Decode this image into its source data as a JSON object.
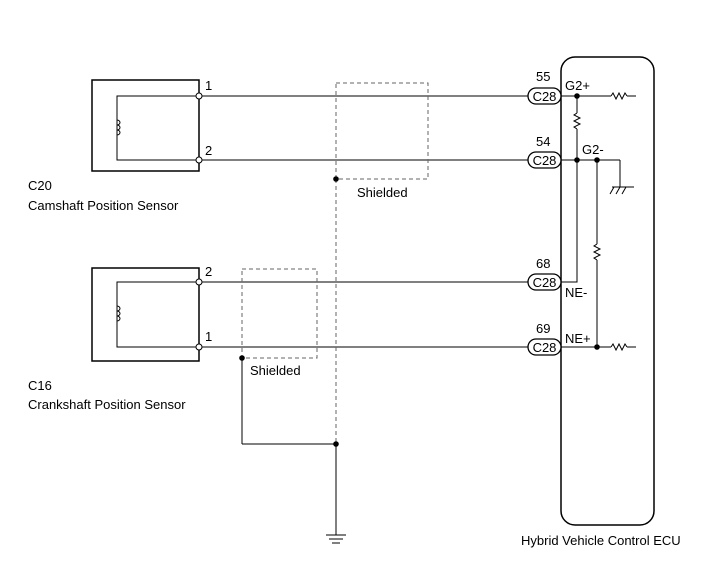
{
  "sensors": {
    "camshaft": {
      "code": "C20",
      "name": "Camshaft Position Sensor",
      "pin_top": "1",
      "pin_bottom": "2"
    },
    "crankshaft": {
      "code": "C16",
      "name": "Crankshaft Position Sensor",
      "pin_top": "2",
      "pin_bottom": "1"
    }
  },
  "shield_label": "Shielded",
  "ecu": {
    "name": "Hybrid Vehicle Control ECU",
    "connector": "C28",
    "pins": [
      {
        "number": "55",
        "signal": "G2+"
      },
      {
        "number": "54",
        "signal": "G2-"
      },
      {
        "number": "68",
        "signal": "NE-"
      },
      {
        "number": "69",
        "signal": "NE+"
      }
    ]
  }
}
